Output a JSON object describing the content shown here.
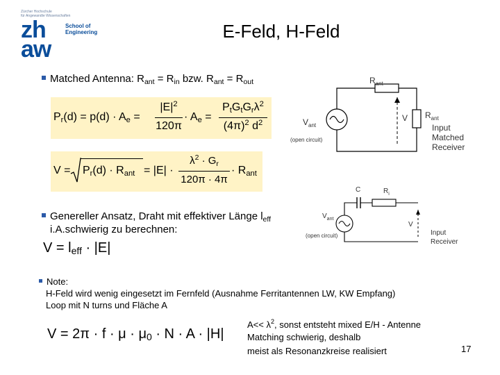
{
  "logo": {
    "line1": "Zürcher Hochschule",
    "line2": "für Angewandte Wissenschaften",
    "big_top": "zh",
    "big_bottom": "aw",
    "school_line1": "School of",
    "school_line2": "Engineering"
  },
  "title": "E-Feld, H-Feld",
  "bullet1": {
    "text": "Matched Antenna: R",
    "sub_ant": "ant",
    "eq1": " = R",
    "sub_in": "in",
    "mid": " bzw. R",
    "sub_ant2": "ant",
    "eq2": " = R",
    "sub_out": "out"
  },
  "formula1": {
    "lhs": "P",
    "lhs_sub": "r",
    "arg": "(d) = p(d) · A",
    "ae_sub": "e",
    "eq": " = ",
    "frac1_num": "|E|",
    "frac1_num_sup": "2",
    "frac1_den": "120π",
    "mult": " · A",
    "ae2_sub": "e",
    "eq2": " = ",
    "frac2_num": "P",
    "frac2_num_rest": "t",
    "frac2_num_g": "G",
    "frac2_num_gt": "t",
    "frac2_num_gr": "G",
    "frac2_num_grs": "r",
    "frac2_num_lambda": "λ",
    "frac2_num_sup": "2",
    "frac2_den": "(4π)",
    "frac2_den_sup": "2",
    "frac2_den_d": " d",
    "frac2_den_dsup": "2"
  },
  "formula2": {
    "lhs": "V = ",
    "sqrt_inner": "P",
    "sqrt_sub": "r",
    "sqrt_rest": "(d) · R",
    "sqrt_rsub": "ant",
    "eq": " = |E| · ",
    "frac_num": "λ",
    "frac_num_sup": "2",
    "frac_num_rest": " · G",
    "frac_num_sub": "r",
    "frac_den": "120π · 4π",
    "mult": " · R",
    "mult_sub": "ant"
  },
  "circuit1": {
    "r_top": "R",
    "r_top_sub": "ant",
    "v_src": "V",
    "v_src_sub": "ant",
    "open_circuit": "(open circuit)",
    "v_out": "V",
    "r_right": "R",
    "r_right_sub": "ant",
    "label_line1": "Input",
    "label_line2": "Matched",
    "label_line3": "Receiver"
  },
  "bullet2": {
    "text_line1": "Genereller Ansatz, Draht mit effektiver Länge l",
    "sub_eff": "eff",
    "text_line2": "i.A.schwierig zu berechnen:"
  },
  "formula3": {
    "lhs": "V = l",
    "sub": "eff",
    "rest": " · |E|"
  },
  "circuit2": {
    "c_label": "C",
    "r_label": "R",
    "r_sub": "i",
    "v_src": "V",
    "v_src_sub": "ant",
    "open_circuit": "(open circuit)",
    "v_out": "V",
    "label_line1": "Input",
    "label_line2": "Receiver"
  },
  "note": {
    "label": "Note:",
    "line1": "H-Feld wird wenig eingesetzt im Fernfeld (Ausnahme Ferritantennen LW, KW Empfang)",
    "line2": "Loop mit N turns und Fläche A"
  },
  "formula4": {
    "text": "V = 2π · f · μ · μ",
    "sub": "0",
    "rest": " · N · A · |H|"
  },
  "caption": {
    "line1_pre": "A<< λ",
    "line1_sup": "2",
    "line1_post": ",  sonst entsteht mixed E/H - Antenne",
    "line2": "Matching schwierig, deshalb",
    "line3": "meist als Resonanzkreise realisiert"
  },
  "page_number": "17",
  "colors": {
    "formula_bg": "#fff3c6",
    "logo_blue": "#0a4d9a",
    "bullet_blue": "#2b5aa8"
  }
}
